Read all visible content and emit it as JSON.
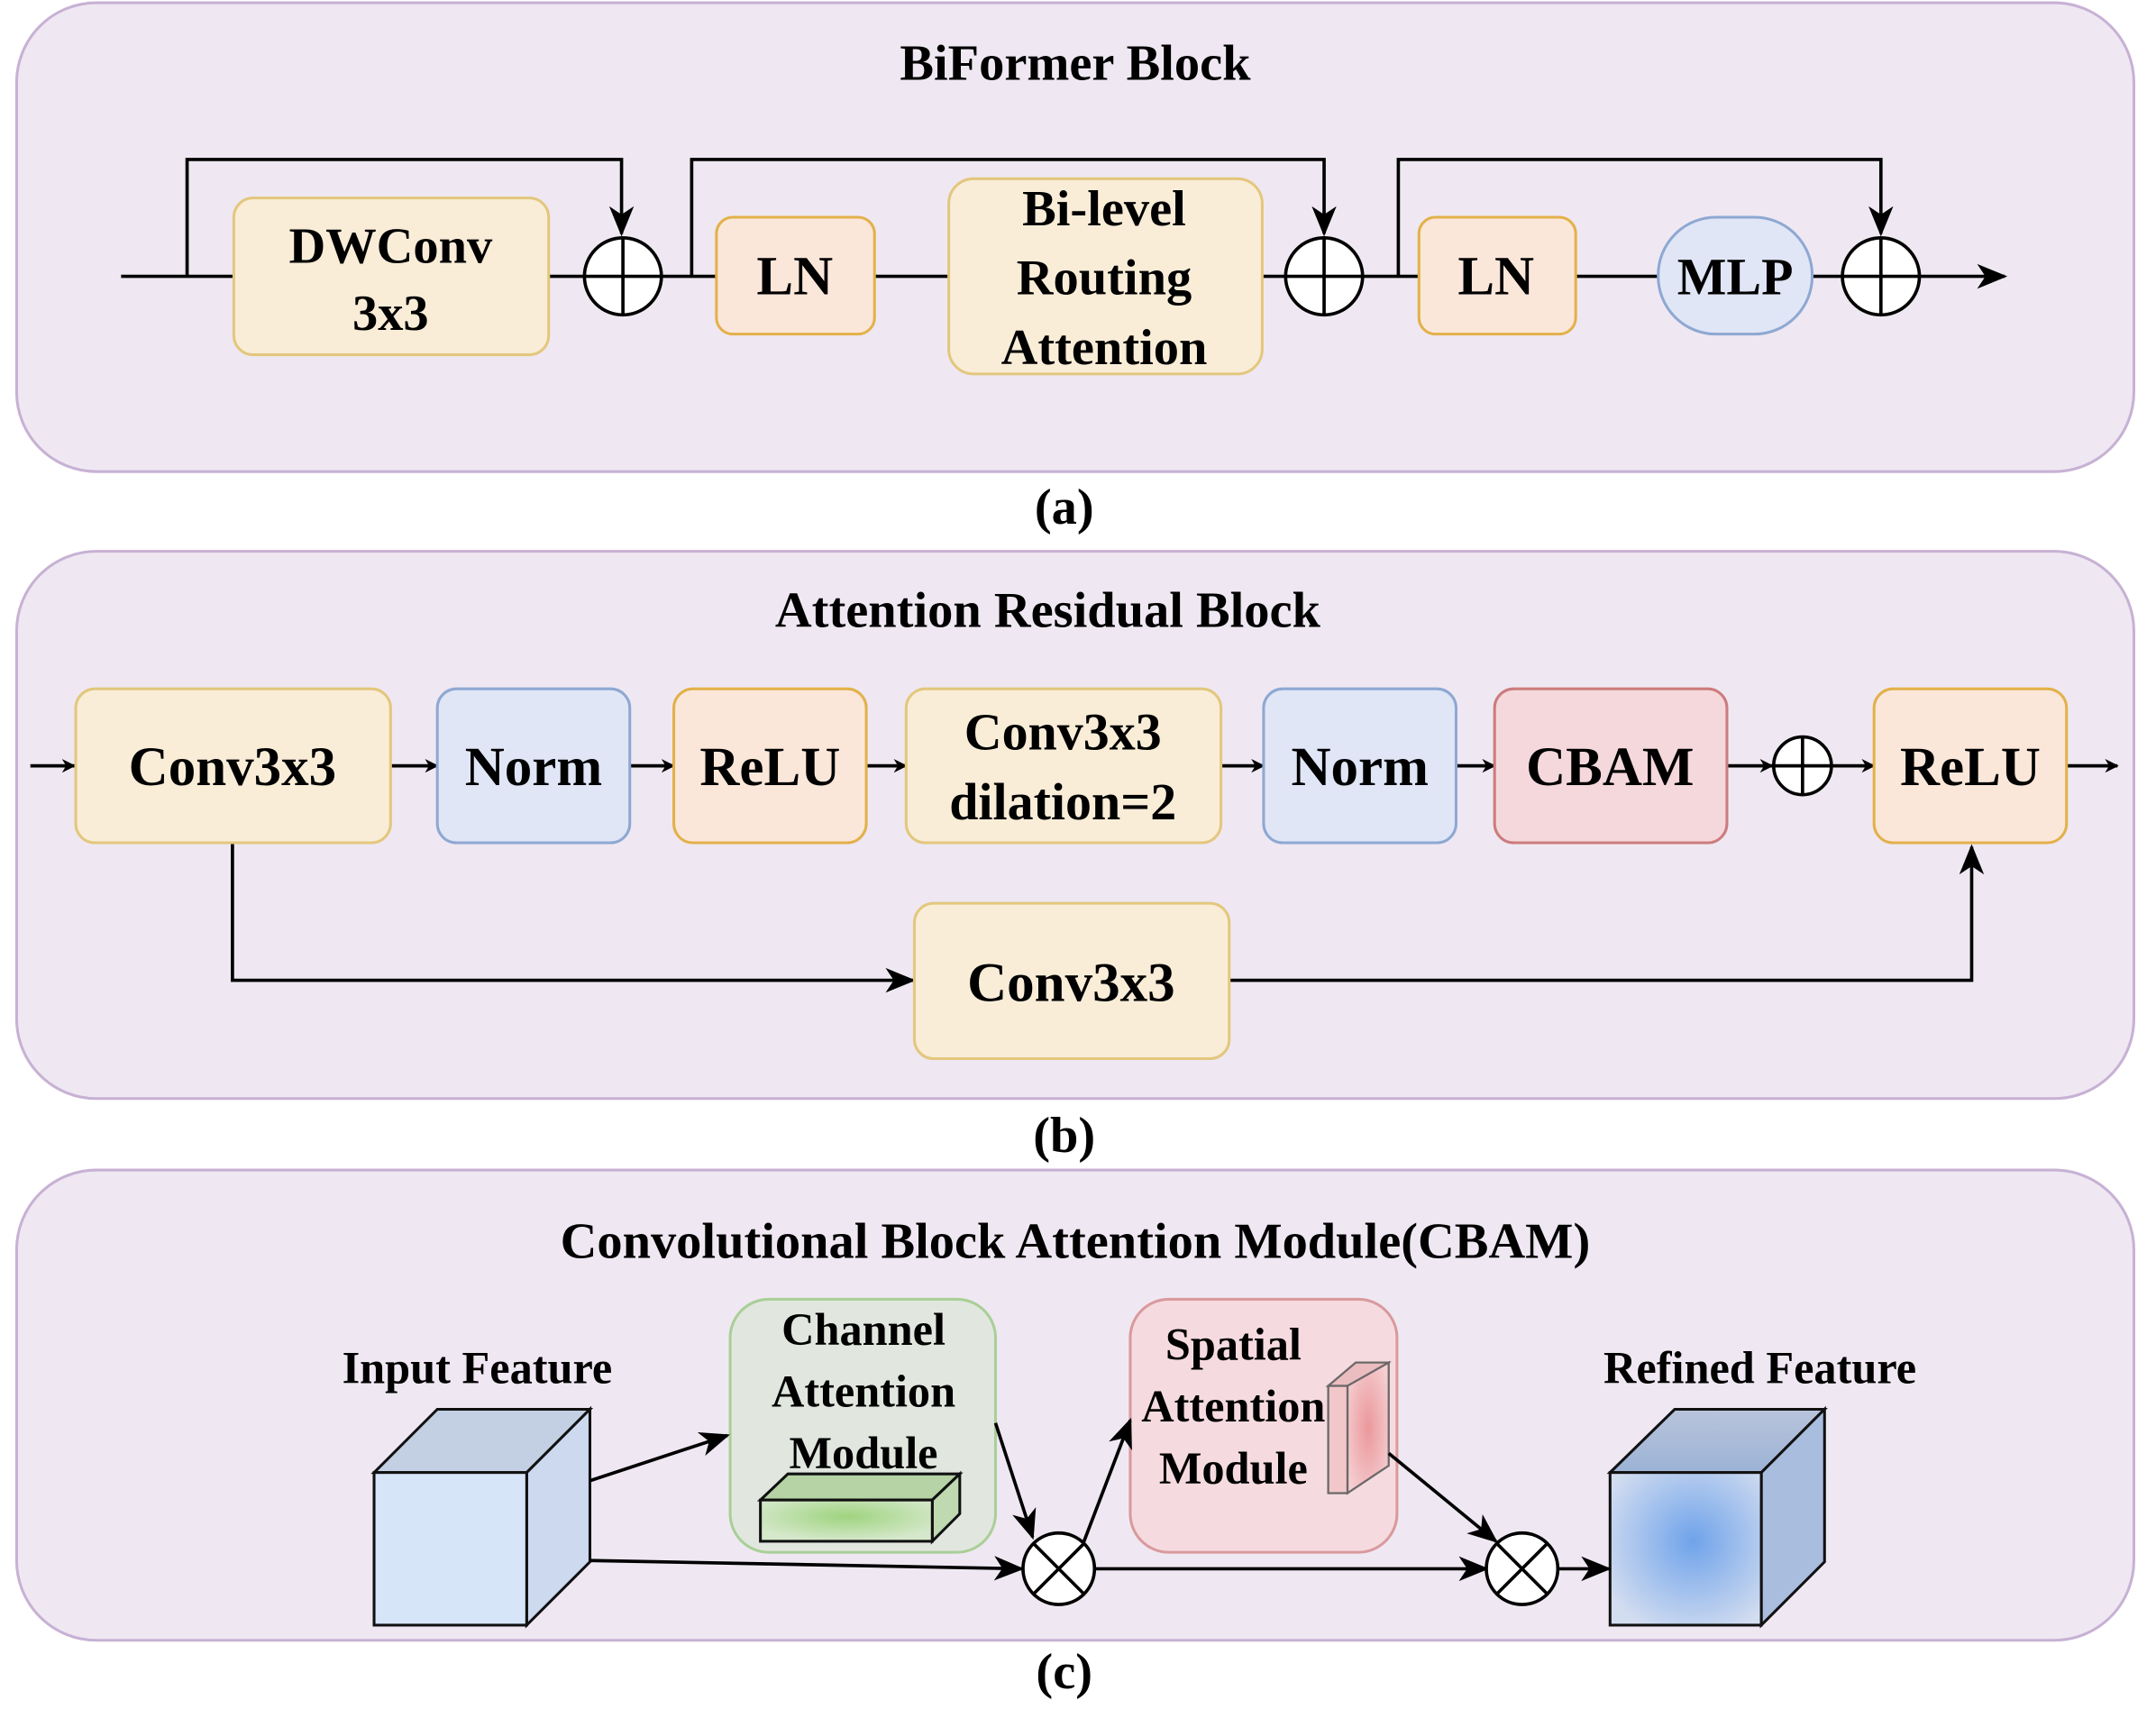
{
  "figure": {
    "panel_a": {
      "title": "BiFormer Block",
      "caption": "(a)",
      "nodes": {
        "dwconv_line1": "DWConv",
        "dwconv_line2": "3x3",
        "ln1": "LN",
        "bra_line1": "Bi-level",
        "bra_line2": "Routing",
        "bra_line3": "Attention",
        "ln2": "LN",
        "mlp": "MLP"
      },
      "operators": [
        "add",
        "add",
        "add"
      ]
    },
    "panel_b": {
      "title": "Attention Residual Block",
      "caption": "(b)",
      "nodes": {
        "conv1": "Conv3x3",
        "norm1": "Norm",
        "relu1": "ReLU",
        "conv2_line1": "Conv3x3",
        "conv2_line2": "dilation=2",
        "norm2": "Norm",
        "cbam": "CBAM",
        "relu2": "ReLU",
        "shortcut_conv": "Conv3x3"
      },
      "operators": [
        "add"
      ]
    },
    "panel_c": {
      "title": "Convolutional Block Attention Module(CBAM)",
      "caption": "(c)",
      "labels": {
        "input": "Input Feature",
        "refined": "Refined Feature",
        "cam_line1": "Channel",
        "cam_line2": "Attention",
        "cam_line3": "Module",
        "sam_line1": "Spatial",
        "sam_line2": "Attention",
        "sam_line3": "Module"
      },
      "operators": [
        "multiply",
        "multiply"
      ]
    },
    "colors": {
      "panel_fill": "#efe8f2",
      "panel_border": "#c7b1d4",
      "yellow_box": "#f9edd8",
      "orange_box": "#fbe7da",
      "blue_box": "#e0e6f6",
      "red_box": "#f5d8dc",
      "green_box": "#e1e7df"
    }
  }
}
